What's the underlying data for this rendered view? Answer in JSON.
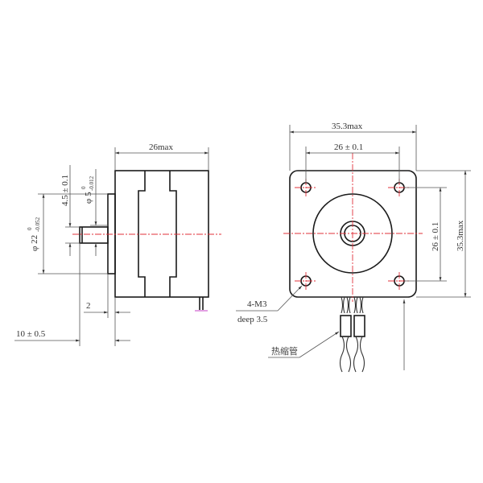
{
  "drawing": {
    "title": "Stepper motor outline drawing (NEMA 14)",
    "accent_colors": {
      "outline": "#1a1a1a",
      "centerline": "#e0303a",
      "dimension": "#555555"
    },
    "side_view": {
      "body_length": "26max",
      "shaft_length": "10 ± 0.5",
      "boss_depth": "2",
      "boss_diameter_main": "φ 22",
      "boss_diameter_tol_upper": "0",
      "boss_diameter_tol_lower": "-0.052",
      "shaft_diameter_main": "φ 5",
      "shaft_diameter_tol_upper": "0",
      "shaft_diameter_tol_lower": "-0.012",
      "flat_height": "4.5 ± 0.1"
    },
    "front_view": {
      "width_total": "35.3max",
      "hole_spacing_horizontal": "26 ± 0.1",
      "hole_spacing_vertical": "26 ± 0.1",
      "height_total": "35.3max",
      "mount_holes_label": "4-M3",
      "mount_holes_depth": "deep 3.5",
      "heat_shrink_label": "热缩管"
    }
  }
}
